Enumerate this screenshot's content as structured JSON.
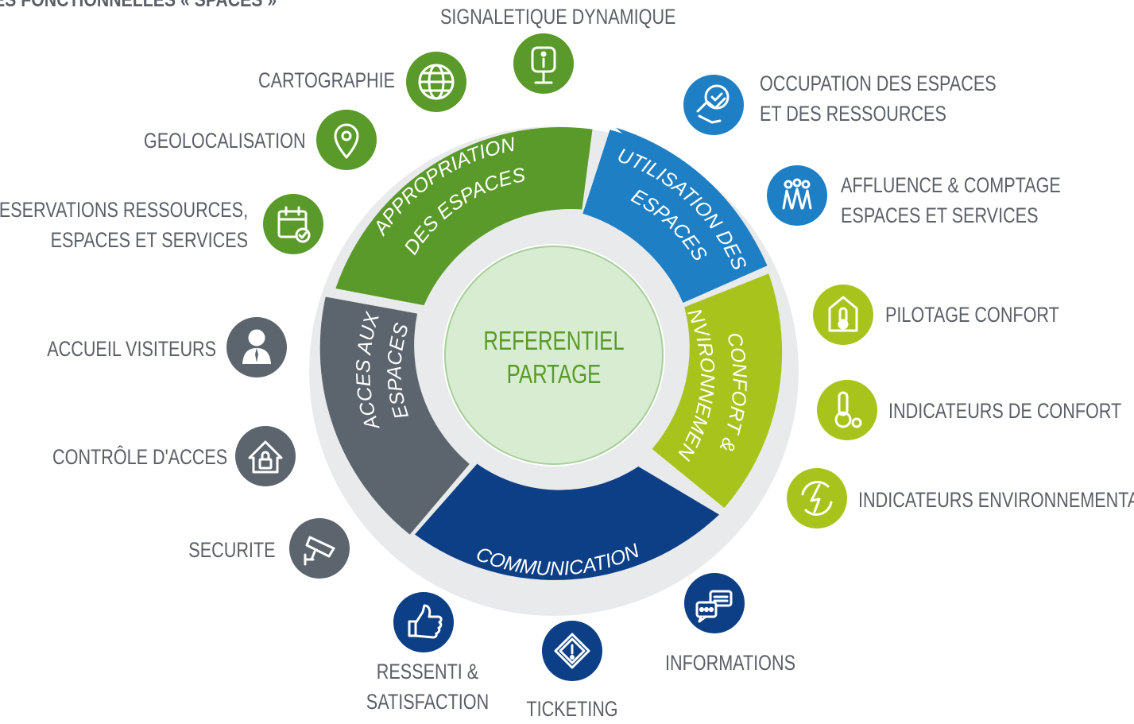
{
  "title": "ES FONCTIONNELLES « SPACES »",
  "colors": {
    "green": "#5a9a2a",
    "blue": "#1f7fc4",
    "lime": "#a8c41c",
    "navy": "#0d3f86",
    "gray": "#5c656e",
    "ring": "#e9eaeb",
    "center_fill": "#d8ecd2",
    "center_text": "#5a9a2a"
  },
  "center": {
    "line1": "REFERENTIEL",
    "line2": "PARTAGE"
  },
  "segments": {
    "appropriation": {
      "line1": "APPROPRIATION",
      "line2": "DES ESPACES"
    },
    "utilisation": {
      "line1": "UTILISATION DES",
      "line2": "ESPACES"
    },
    "confort": {
      "line1": "CONFORT &",
      "line2": "ENVIRONNEMENT"
    },
    "communication": {
      "line1": "COMMUNICATION"
    },
    "acces": {
      "line1": "ACCES AUX",
      "line2": "ESPACES"
    }
  },
  "features": {
    "signaletique": {
      "lines": [
        "SIGNALETIQUE DYNAMIQUE"
      ],
      "icon": "info-kiosk-icon"
    },
    "cartographie": {
      "lines": [
        "CARTOGRAPHIE"
      ],
      "icon": "globe-icon"
    },
    "geolocalisation": {
      "lines": [
        "GEOLOCALISATION"
      ],
      "icon": "map-pin-icon"
    },
    "reservations": {
      "lines": [
        "RESERVATIONS RESSOURCES,",
        "ESPACES ET SERVICES"
      ],
      "icon": "calendar-check-icon"
    },
    "occupation": {
      "lines": [
        "OCCUPATION DES ESPACES",
        "ET DES RESSOURCES"
      ],
      "icon": "hand-check-icon"
    },
    "affluence": {
      "lines": [
        "AFFLUENCE & COMPTAGE",
        "ESPACES ET SERVICES"
      ],
      "icon": "people-group-icon"
    },
    "pilotage": {
      "lines": [
        "PILOTAGE CONFORT"
      ],
      "icon": "home-thermometer-icon"
    },
    "indicateurs_confort": {
      "lines": [
        "INDICATEURS DE CONFORT"
      ],
      "icon": "thermometer-icon"
    },
    "indicateurs_env": {
      "lines": [
        "INDICATEURS ENVIRONNEMENTAUX"
      ],
      "icon": "energy-cycle-icon"
    },
    "accueil": {
      "lines": [
        "ACCUEIL VISITEURS"
      ],
      "icon": "visitor-icon"
    },
    "controle": {
      "lines": [
        "CONTRÔLE D'ACCES"
      ],
      "icon": "house-lock-icon"
    },
    "securite": {
      "lines": [
        "SECURITE"
      ],
      "icon": "cctv-camera-icon"
    },
    "ressenti": {
      "lines": [
        "RESSENTI &",
        "SATISFACTION"
      ],
      "icon": "thumbs-up-icon"
    },
    "ticketing": {
      "lines": [
        "TICKETING"
      ],
      "icon": "warning-diamond-icon"
    },
    "informations": {
      "lines": [
        "INFORMATIONS"
      ],
      "icon": "chat-bubbles-icon"
    }
  }
}
